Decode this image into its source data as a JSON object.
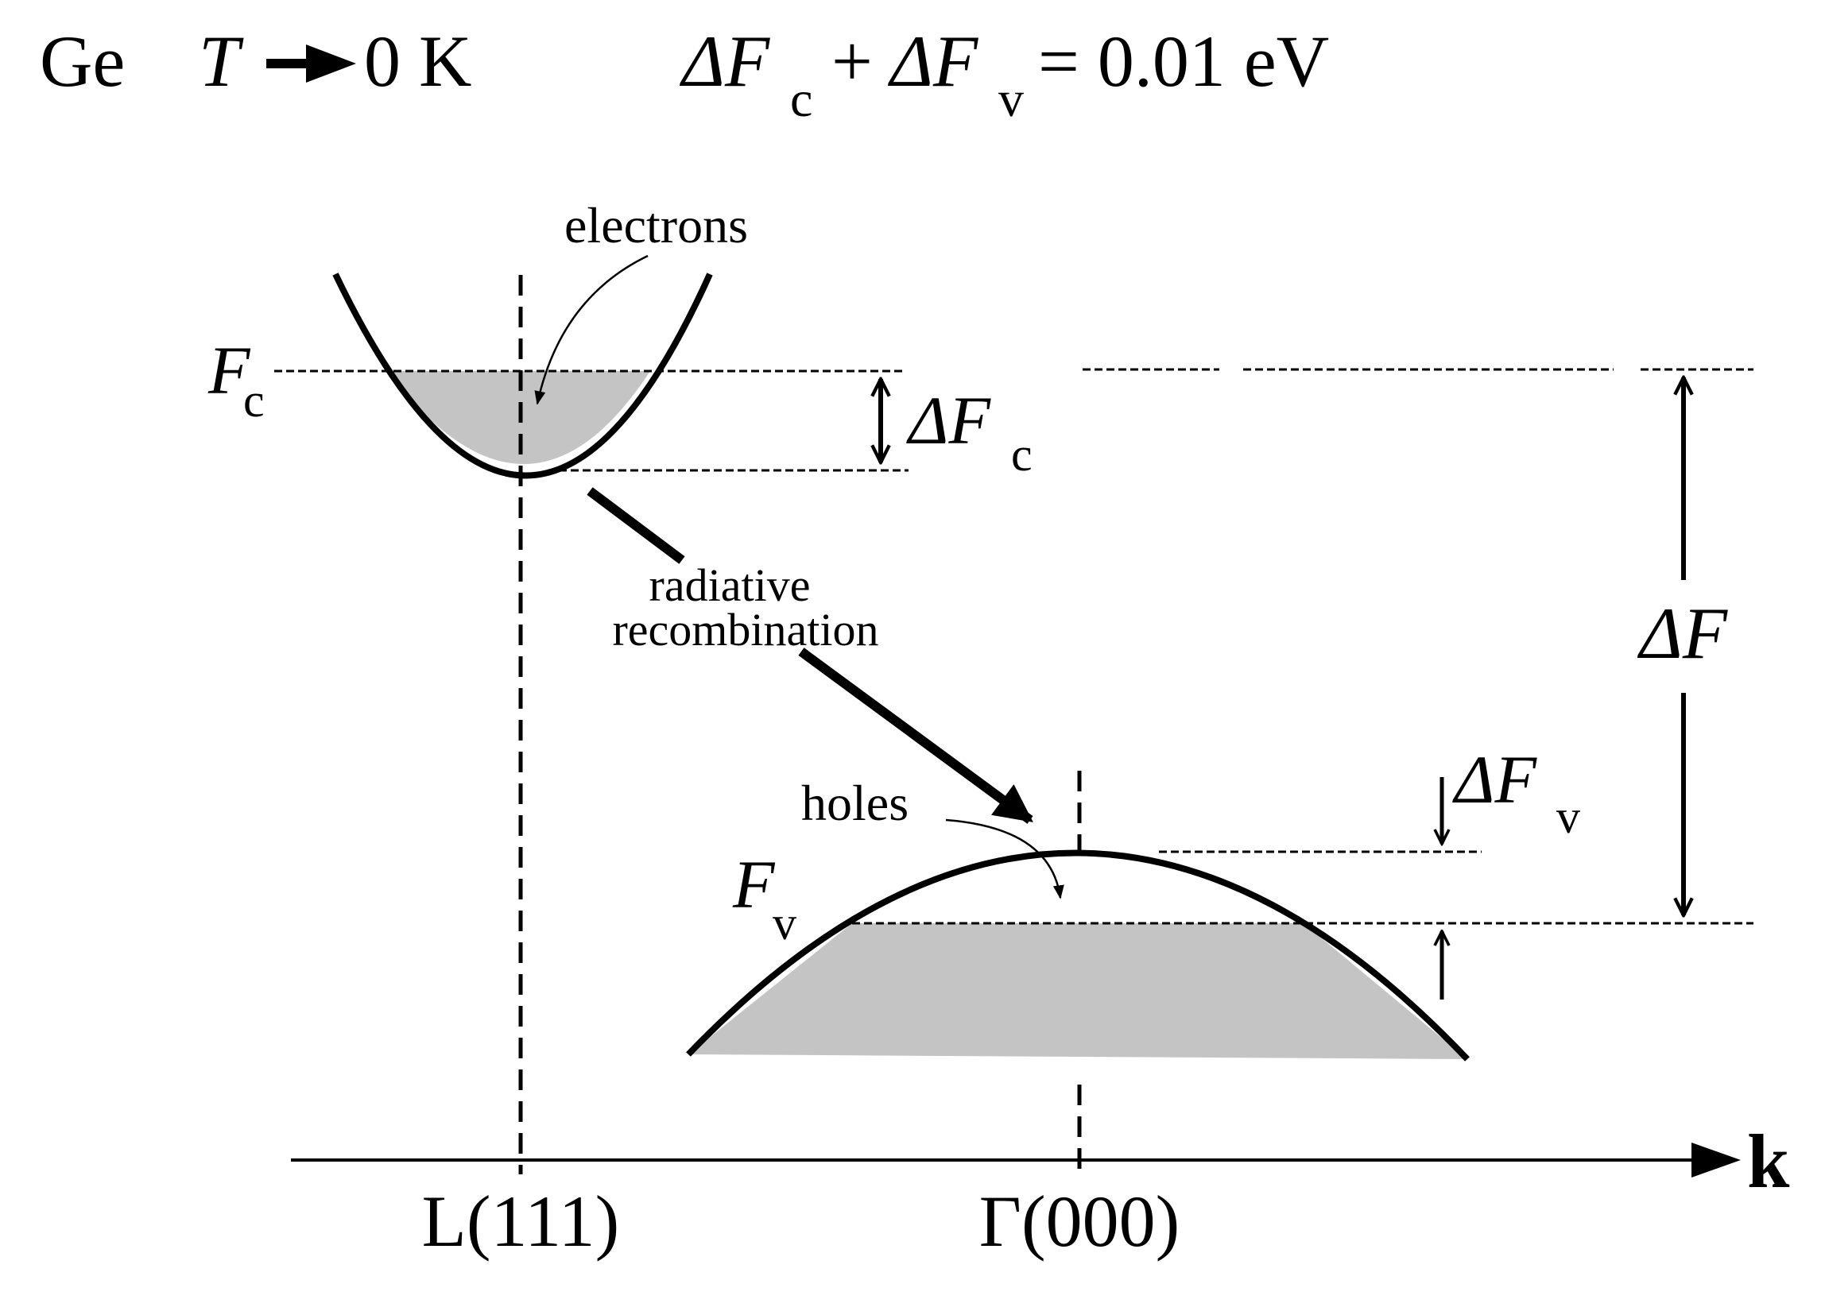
{
  "header": {
    "material": "Ge",
    "temp_var": "T",
    "temp_value": "0 K",
    "eq_delta1": "ΔF",
    "eq_sub1": "c",
    "eq_plus": "+",
    "eq_delta2": "ΔF",
    "eq_sub2": "v",
    "eq_rhs": "= 0.01 eV"
  },
  "labels": {
    "electrons": "electrons",
    "holes": "holes",
    "radiative_line1": "radiative",
    "radiative_line2": "recombination",
    "fc_main": "F",
    "fc_sub": "c",
    "fv_main": "F",
    "fv_sub": "v",
    "dfc_main": "ΔF",
    "dfc_sub": "c",
    "dfv_main": "ΔF",
    "dfv_sub": "v",
    "df_main": "ΔF",
    "axis_k": "k",
    "point_L": "L(111)",
    "point_Gamma": "Γ(000)"
  },
  "colors": {
    "fill": "#c4c4c4",
    "line": "#000000"
  }
}
